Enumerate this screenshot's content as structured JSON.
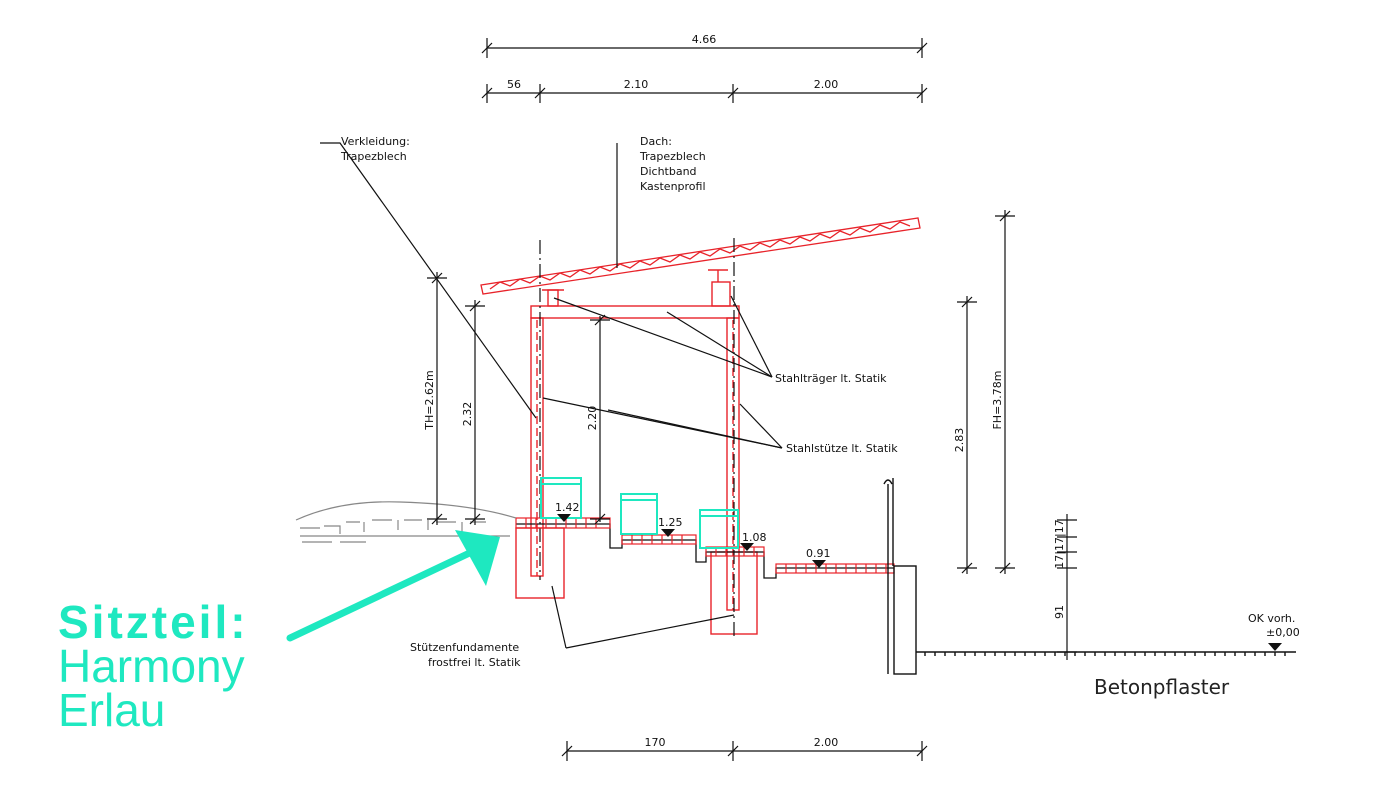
{
  "dimensions": {
    "overall_top": "4.66",
    "seg_56": "56",
    "seg_210": "2.10",
    "seg_200_top": "2.00",
    "bottom_170": "170",
    "bottom_200": "2.00",
    "th": "TH=2.62m",
    "v232": "2.32",
    "v220": "2.20",
    "v283": "2.83",
    "fh": "FH=3.78m",
    "v91": "91",
    "stairs": "17|17|17"
  },
  "levels": {
    "l142": "1.42",
    "l125": "1.25",
    "l108": "1.08",
    "l091": "0.91",
    "ok_label": "OK vorh.",
    "ok_value": "±0,00"
  },
  "notes": {
    "verkleidung_1": "Verkleidung:",
    "verkleidung_2": "Trapezblech",
    "dach_1": "Dach:",
    "dach_2": "Trapezblech",
    "dach_3": "Dichtband",
    "dach_4": "Kastenprofil",
    "stahltraeger": "Stahlträger lt. Statik",
    "stahlstuetze": "Stahlstütze lt. Statik",
    "fund_1": "Stützenfundamente",
    "fund_2": "frostfrei lt. Statik",
    "betonpflaster": "Betonpflaster"
  },
  "caption": {
    "line1": "Sitzteil:",
    "line2": "Harmony",
    "line3": "Erlau"
  },
  "colors": {
    "structure": "#e8232a",
    "seat": "#1ee8c0",
    "ink": "#111111"
  }
}
